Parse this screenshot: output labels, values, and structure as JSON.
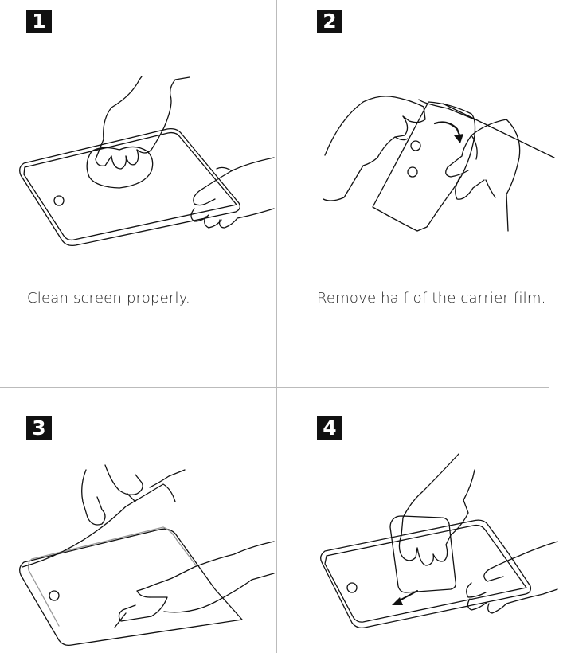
{
  "steps": [
    {
      "number": "1",
      "caption": "Clean screen properly.",
      "illustration": "wiping-hand-icon"
    },
    {
      "number": "2",
      "caption": "Remove half of the carrier film.",
      "illustration": "peeling-film-icon"
    },
    {
      "number": "3",
      "caption": "",
      "illustration": "applying-protector-icon"
    },
    {
      "number": "4",
      "caption": "",
      "illustration": "squeegee-smoothing-icon"
    }
  ]
}
